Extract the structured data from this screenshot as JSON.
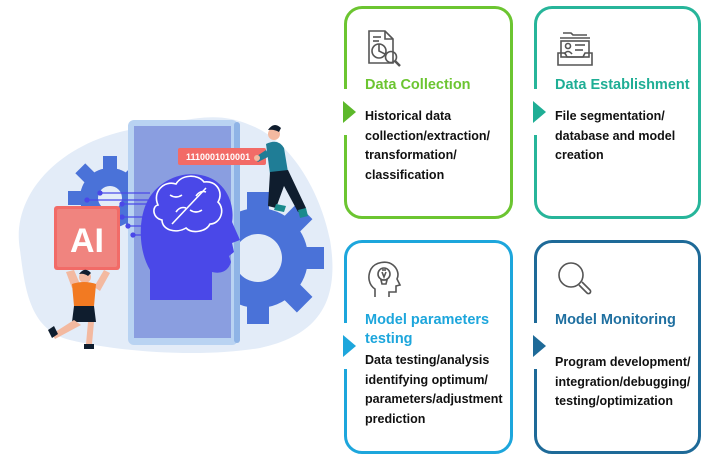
{
  "illustration": {
    "badge_text": "AI",
    "binary_text": "1110001010001",
    "colors": {
      "blob": "#e3ecf8",
      "gear": "#4a72d8",
      "phone_frame": "#b9d3f2",
      "phone_screen": "#8a9ee0",
      "head": "#4a48e8",
      "badge": "#f26b67",
      "binary_bar": "#f26b67",
      "person_orange": "#f27a22",
      "person_teal": "#1f7d96",
      "pants": "#0f1d2e"
    }
  },
  "cards": [
    {
      "id": "data-collection",
      "icon": "document-analysis-icon",
      "title": "Data Collection",
      "description": [
        "Historical data",
        "collection/extraction/",
        "transformation/",
        "classification"
      ],
      "color": "#6cc531"
    },
    {
      "id": "data-establishment",
      "icon": "file-drawer-icon",
      "title": "Data Establishment",
      "description": [
        "File segmentation/",
        "database and model",
        "creation"
      ],
      "color": "#27b59a"
    },
    {
      "id": "model-parameters-testing",
      "icon": "head-lightbulb-icon",
      "title": [
        "Model parameters",
        "testing"
      ],
      "description": [
        "Data testing/analysis",
        "identifying optimum/",
        "parameters/adjustment",
        "prediction"
      ],
      "color": "#1da6dc"
    },
    {
      "id": "model-monitoring",
      "icon": "magnifier-icon",
      "title": "Model Monitoring",
      "description": [
        "Program development/",
        "integration/debugging/",
        "testing/optimization"
      ],
      "color": "#1e6a98"
    }
  ]
}
